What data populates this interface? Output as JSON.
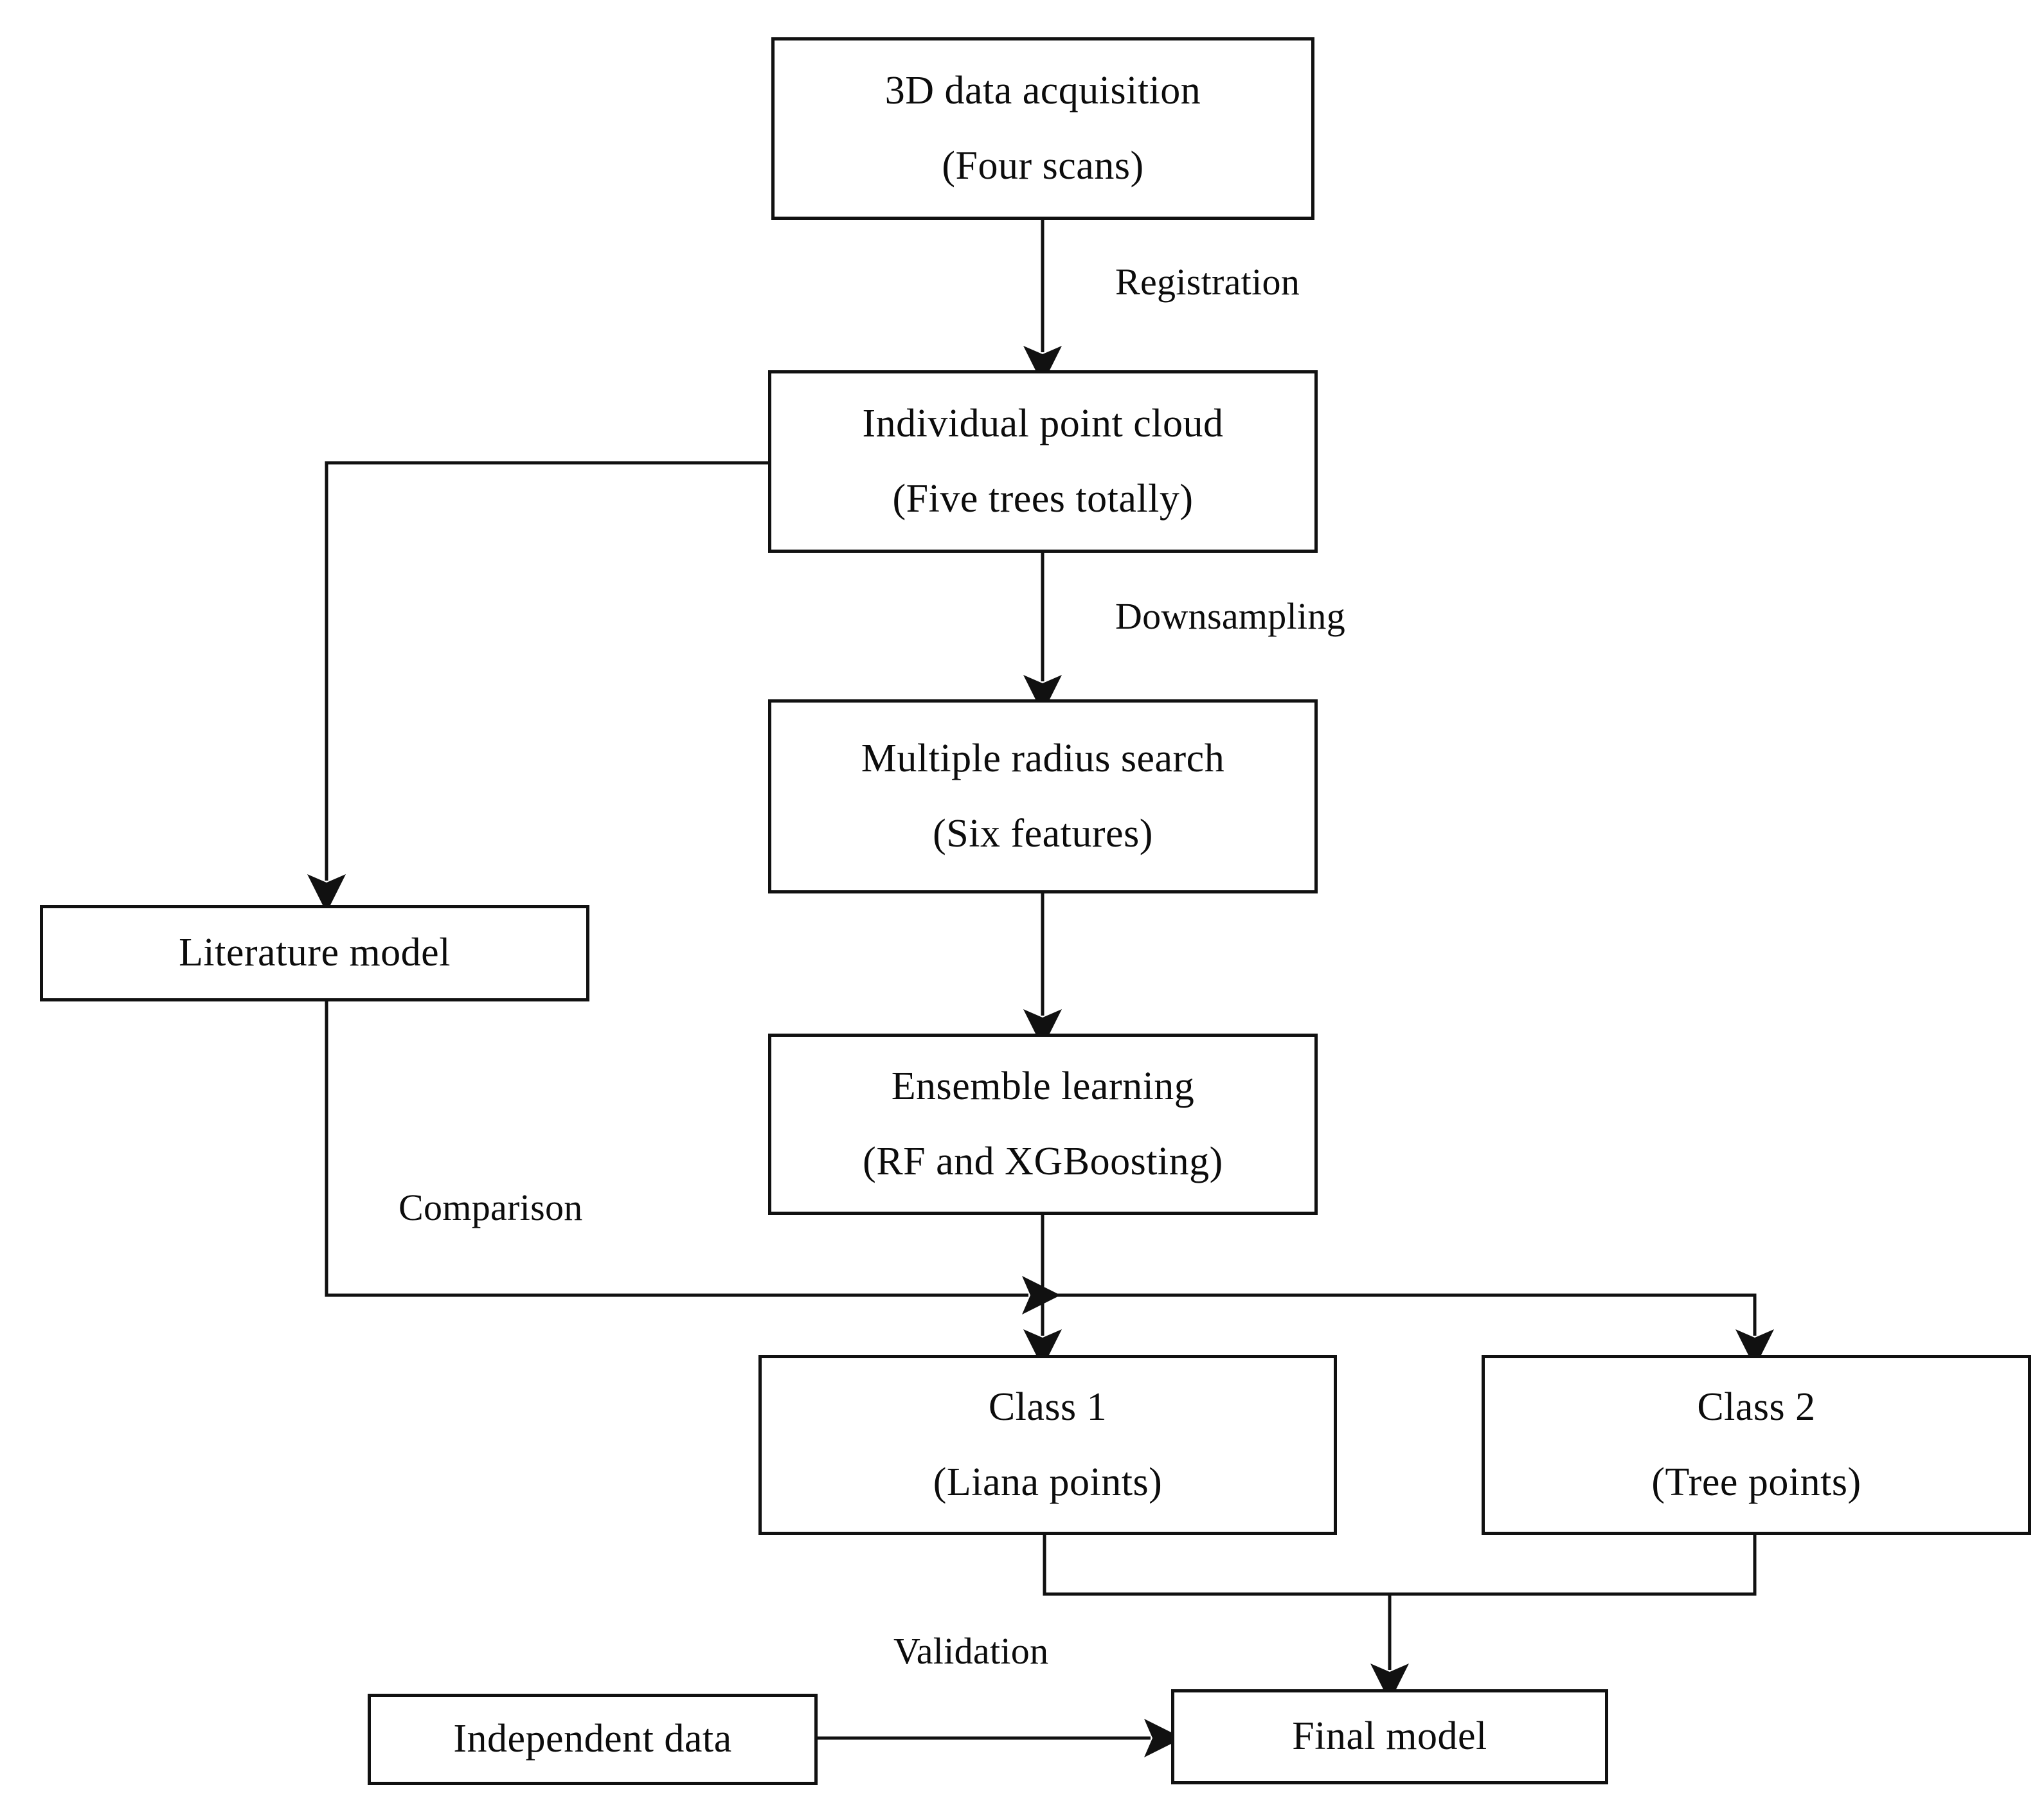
{
  "figure": {
    "type": "flowchart",
    "orientation": "top-to-bottom",
    "background_color": "#ffffff",
    "stroke_color": "#111111",
    "text_color": "#0c0c0c"
  },
  "nodes": {
    "acquisition": {
      "title": "3D data acquisition",
      "subtitle": "(Four scans)"
    },
    "point_cloud": {
      "title": "Individual point cloud",
      "subtitle": "(Five trees totally)"
    },
    "radius_search": {
      "title": "Multiple radius search",
      "subtitle": "(Six features)"
    },
    "ensemble": {
      "title": "Ensemble learning",
      "subtitle": "(RF and XGBoosting)"
    },
    "literature": {
      "title": "Literature model",
      "subtitle": ""
    },
    "class1": {
      "title": "Class 1",
      "subtitle": "(Liana points)"
    },
    "class2": {
      "title": "Class 2",
      "subtitle": "(Tree points)"
    },
    "independent": {
      "title": "Independent data",
      "subtitle": ""
    },
    "final": {
      "title": "Final model",
      "subtitle": ""
    }
  },
  "edge_labels": {
    "registration": "Registration",
    "downsampling": "Downsampling",
    "comparison": "Comparison",
    "validation": "Validation"
  },
  "edges": [
    {
      "from": "acquisition",
      "to": "point_cloud",
      "label": "Registration"
    },
    {
      "from": "point_cloud",
      "to": "radius_search",
      "label": "Downsampling"
    },
    {
      "from": "point_cloud",
      "to": "literature",
      "label": ""
    },
    {
      "from": "radius_search",
      "to": "ensemble",
      "label": ""
    },
    {
      "from": "literature",
      "to": "class1",
      "label": "Comparison"
    },
    {
      "from": "ensemble",
      "to": "class1",
      "label": ""
    },
    {
      "from": "ensemble",
      "to": "class2",
      "label": ""
    },
    {
      "from": "class1",
      "to": "final",
      "label": ""
    },
    {
      "from": "class2",
      "to": "final",
      "label": ""
    },
    {
      "from": "independent",
      "to": "final",
      "label": "Validation"
    }
  ]
}
